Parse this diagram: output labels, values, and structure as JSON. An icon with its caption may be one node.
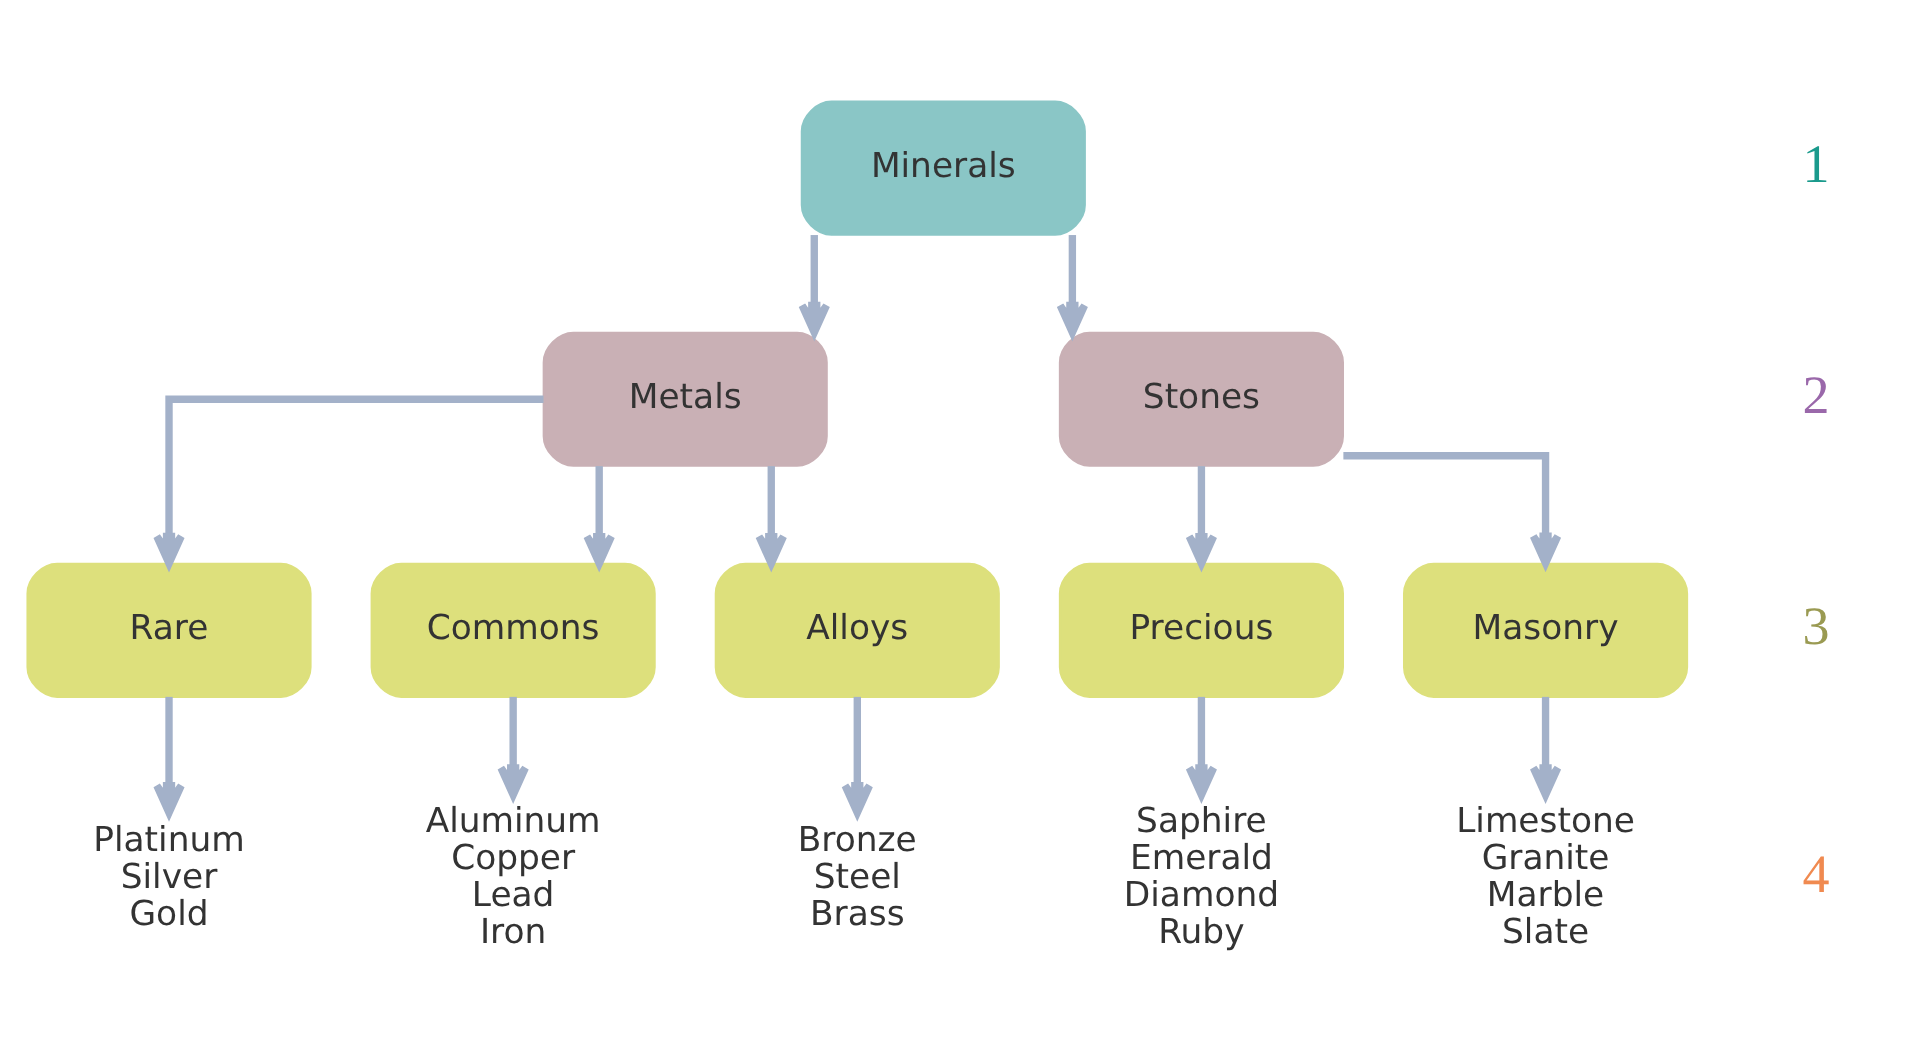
{
  "diagram": {
    "nodes": [
      {
        "text": [
          "Minerals"
        ]
      },
      {
        "text": [
          "Metals"
        ]
      },
      {
        "text": [
          "Stones"
        ]
      },
      {
        "text": [
          "Rare"
        ]
      },
      {
        "text": [
          "Commons"
        ]
      },
      {
        "text": [
          "Alloys"
        ]
      },
      {
        "text": [
          "Precious"
        ]
      },
      {
        "text": [
          "Masonry"
        ]
      },
      {
        "text": [
          "Platinum",
          "Silver",
          "Gold"
        ]
      },
      {
        "text": [
          "Aluminum",
          "Copper",
          "Lead",
          "Iron"
        ]
      },
      {
        "text": [
          "Bronze",
          "Steel",
          "Brass"
        ]
      },
      {
        "text": [
          "Saphire",
          "Emerald",
          "Diamond",
          "Ruby"
        ]
      },
      {
        "text": [
          "Limestone",
          "Granite",
          "Marble",
          "Slate"
        ]
      }
    ],
    "edges": [
      {
        "from": 0,
        "to": 1,
        "arrow": "to"
      },
      {
        "from": 0,
        "to": 2,
        "arrow": "to"
      },
      {
        "from": 1,
        "to": 3,
        "arrow": "to"
      },
      {
        "from": 1,
        "to": 4,
        "arrow": "to"
      },
      {
        "from": 1,
        "to": 5,
        "arrow": "to"
      },
      {
        "from": 2,
        "to": 6,
        "arrow": "to"
      },
      {
        "from": 2,
        "to": 7,
        "arrow": "to"
      },
      {
        "from": 3,
        "to": 8,
        "arrow": "to"
      },
      {
        "from": 4,
        "to": 9,
        "arrow": "to"
      },
      {
        "from": 5,
        "to": 10,
        "arrow": "to"
      },
      {
        "from": 6,
        "to": 11,
        "arrow": "to"
      },
      {
        "from": 7,
        "to": 12,
        "arrow": "to"
      }
    ],
    "labels": [
      "1",
      "2",
      "3",
      "4"
    ]
  }
}
